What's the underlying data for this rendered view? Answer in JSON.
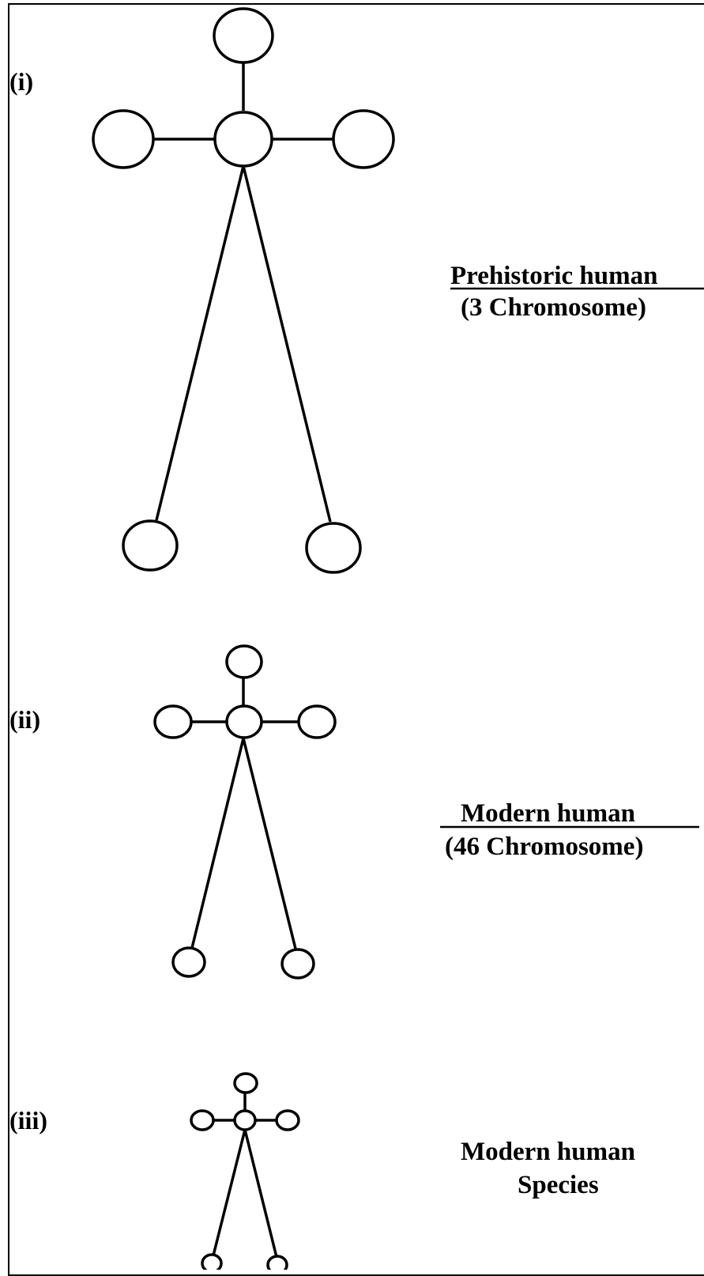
{
  "figures": [
    {
      "number": "(i)",
      "label_line1": "Prehistoric human",
      "label_line2": "(3 Chromosome)"
    },
    {
      "number": "(ii)",
      "label_line1": "Modern human",
      "label_line2": "(46 Chromosome)"
    },
    {
      "number": "(iii)",
      "label_line1": "Modern human",
      "label_line2": "Species"
    }
  ],
  "colors": {
    "stroke": "#000000",
    "background": "#ffffff"
  }
}
